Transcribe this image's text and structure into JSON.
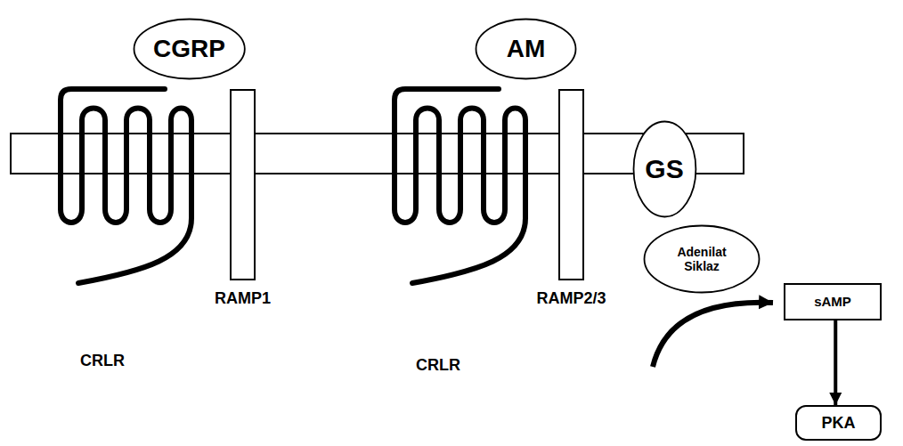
{
  "diagram": {
    "nodes": [
      {
        "text": [
          "CGRP"
        ]
      },
      {
        "text": [
          "RAMP1"
        ]
      },
      {
        "text": [
          "AM"
        ]
      },
      {
        "text": [
          "RAMP2/3"
        ]
      },
      {
        "text": [
          "GS"
        ]
      },
      {
        "text": [
          "Adenilat Siklaz"
        ]
      },
      {
        "text": [
          "sAMP"
        ]
      },
      {
        "text": [
          "PKA"
        ]
      }
    ],
    "edges": [
      {
        "from": 6,
        "to": 7,
        "arrow": "to"
      }
    ],
    "labels": [
      "CRLR",
      "CRLR"
    ]
  }
}
